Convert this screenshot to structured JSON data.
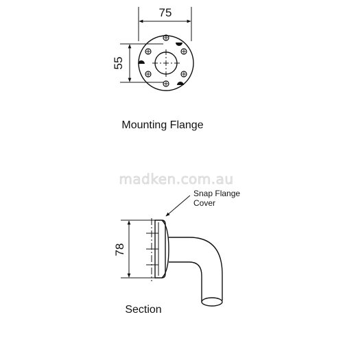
{
  "flange": {
    "width_dim": "75",
    "height_dim": "55",
    "caption": "Mounting Flange"
  },
  "section": {
    "height_dim": "78",
    "callout_line1": "Snap Flange",
    "callout_line2": "Cover",
    "caption": "Section"
  },
  "watermark": "madken.com.au"
}
